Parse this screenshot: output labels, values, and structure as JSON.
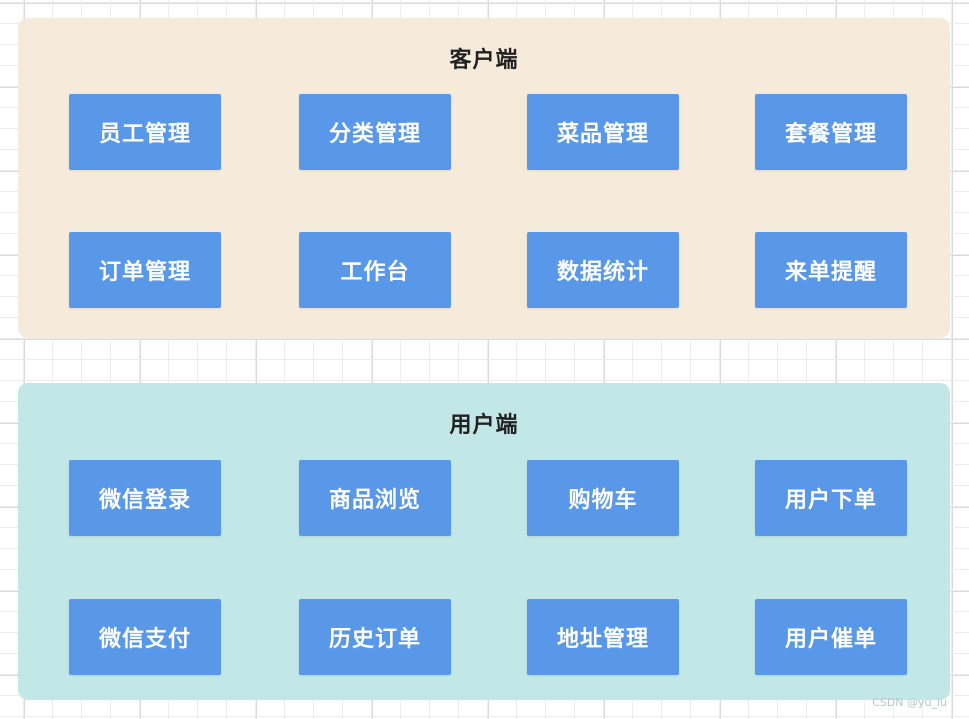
{
  "client": {
    "title": "客户端",
    "items": [
      "员工管理",
      "分类管理",
      "菜品管理",
      "套餐管理",
      "订单管理",
      "工作台",
      "数据统计",
      "来单提醒"
    ]
  },
  "user": {
    "title": "用户端",
    "items": [
      "微信登录",
      "商品浏览",
      "购物车",
      "用户下单",
      "微信支付",
      "历史订单",
      "地址管理",
      "用户催单"
    ]
  },
  "colors": {
    "client_panel": "#f6eadb",
    "user_panel": "#c1e7e6",
    "module_box": "#5998e8",
    "module_text": "#ffffff"
  },
  "watermark": "CSDN @yu_lu"
}
